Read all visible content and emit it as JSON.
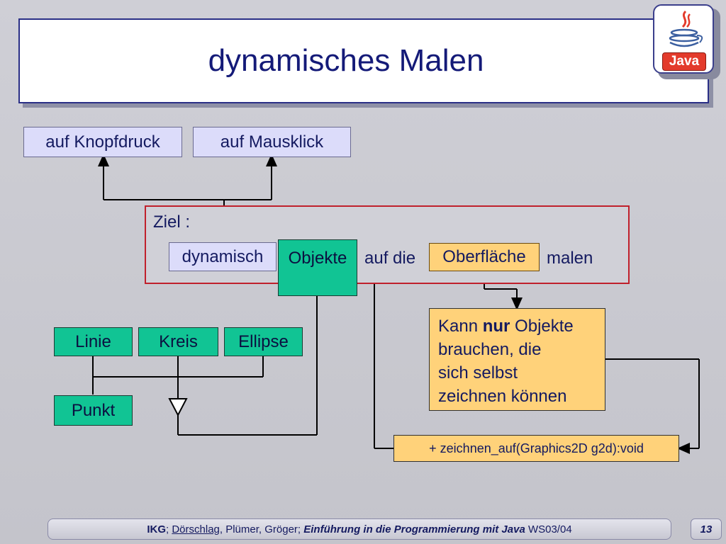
{
  "title": "dynamisches Malen",
  "logo": {
    "icon": "java-coffee-cup-icon",
    "word": "Java"
  },
  "triggers": [
    "auf Knopfdruck",
    "auf Mausklick"
  ],
  "goal": {
    "label": "Ziel :",
    "word1": "dynamisch",
    "word2": "Objekte",
    "word3": "auf die",
    "word4": "Oberfläche",
    "word5": "malen"
  },
  "shapes": [
    "Linie",
    "Kreis",
    "Ellipse",
    "Punkt"
  ],
  "note": {
    "part1": "Kann ",
    "bold": "nur",
    "part2": " Objekte",
    "line2": "brauchen, die",
    "line3": "sich selbst",
    "line4": "zeichnen können"
  },
  "method": "+ zeichnen_auf(Graphics2D g2d):void",
  "footer": {
    "authors_bold": "IKG",
    "sep": "; ",
    "author2": "Dörschlag",
    "authors_rest": ", Plümer, Gröger; ",
    "course": "Einführung in die Programmierung mit Java",
    "term": " WS03/04"
  },
  "page_number": "13",
  "colors": {
    "title_text": "#141a78",
    "lavender": "#dcdcfa",
    "teal": "#11c494",
    "orange": "#ffd27a",
    "goal_border": "#c0202c"
  }
}
